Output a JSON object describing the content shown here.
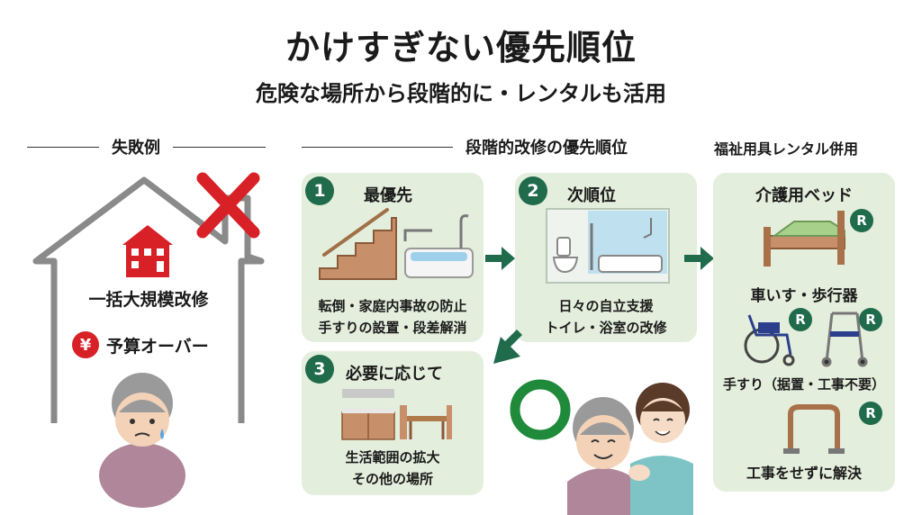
{
  "title": "かけすぎない優先順位",
  "subtitle": "危険な場所から段階的に・レンタルも活用",
  "failure": {
    "heading": "失敗例",
    "item1": "一括大規模改修",
    "yen_symbol": "¥",
    "item2": "予算オーバー"
  },
  "priority": {
    "heading": "段階的改修の優先順位",
    "steps": [
      {
        "num": "1",
        "title": "最優先",
        "line1": "転倒・家庭内事故の防止",
        "line2": "手すりの設置・段差解消"
      },
      {
        "num": "2",
        "title": "次順位",
        "line1": "日々の自立支援",
        "line2": "トイレ・浴室の改修"
      },
      {
        "num": "3",
        "title": "必要に応じて",
        "line1": "生活範囲の拡大",
        "line2": "その他の場所"
      }
    ]
  },
  "rental": {
    "heading": "福祉用具レンタル併用",
    "badge": "R",
    "item1": "介護用ベッド",
    "item2": "車いす・歩行器",
    "item3": "手すり（据置・工事不要）",
    "footer": "工事をせずに解決"
  },
  "colors": {
    "accent_green": "#1f6b4c",
    "card_bg": "#e4eedc",
    "cross_red": "#d82027",
    "house_gray": "#8a8a8a"
  }
}
